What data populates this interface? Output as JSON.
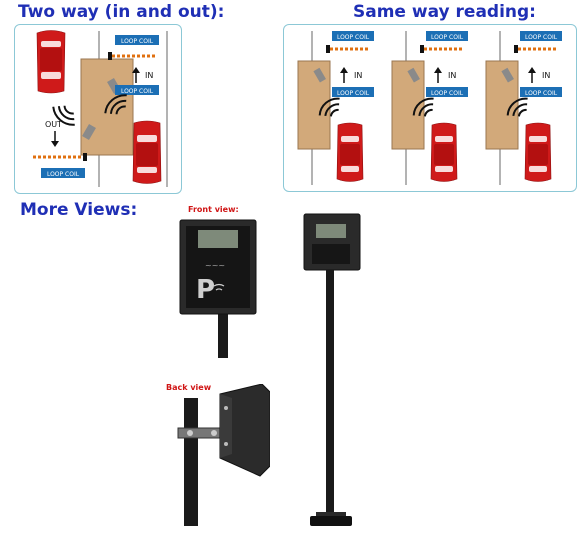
{
  "headings": {
    "two_way": "Two way (in and out):",
    "same_way": "Same way reading:",
    "more_views": "More Views:"
  },
  "diagram_labels": {
    "loop_coil": "LOOP COIL",
    "in": "IN",
    "out": "OUT"
  },
  "photo_labels": {
    "front_view": "Front view:",
    "back_view": "Back view"
  },
  "colors": {
    "heading": "#1f2fb5",
    "panel_border": "#8cc8d6",
    "loop_coil_bg": "#1c6fb5",
    "machine": "#d2a97a",
    "car_red": "#cf1a1a",
    "label_red": "#d01515"
  }
}
